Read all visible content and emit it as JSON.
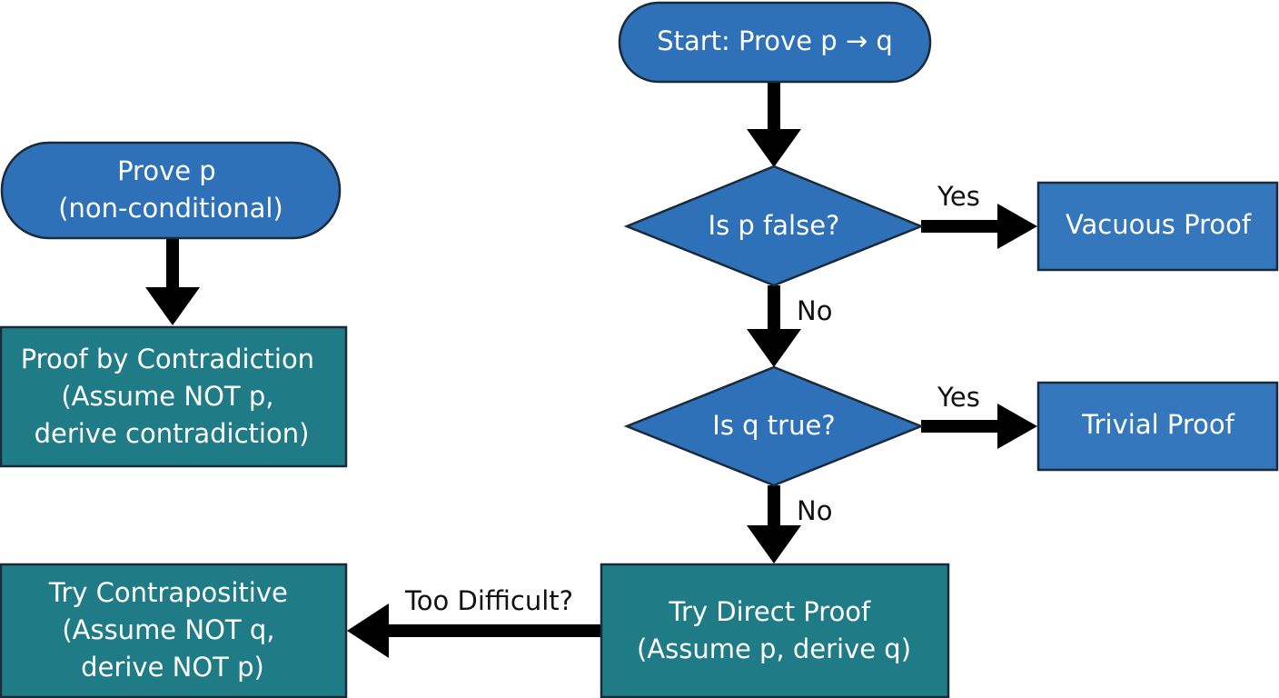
{
  "colors": {
    "terminator_fill": "#2f71b8",
    "decision_fill": "#2f71b8",
    "outcome_fill": "#3477bd",
    "method_fill": "#1f7c86",
    "border": "#1a2a3a",
    "arrow": "#000000",
    "node_text": "#ffffff",
    "label_text": "#111111"
  },
  "nodes": {
    "start": {
      "lines": [
        "Start: Prove p → q"
      ]
    },
    "prove_p": {
      "lines": [
        "Prove p",
        "(non-conditional)"
      ]
    },
    "is_p_false": {
      "lines": [
        "Is p false?"
      ]
    },
    "vacuous": {
      "lines": [
        "Vacuous Proof"
      ]
    },
    "is_q_true": {
      "lines": [
        "Is q true?"
      ]
    },
    "trivial": {
      "lines": [
        "Trivial Proof"
      ]
    },
    "contradiction": {
      "lines": [
        "Proof by Contradiction",
        "(Assume NOT p,",
        "derive contradiction)"
      ]
    },
    "direct": {
      "lines": [
        "Try Direct Proof",
        "(Assume p, derive q)"
      ]
    },
    "contrapositive": {
      "lines": [
        "Try Contrapositive",
        "(Assume NOT q,",
        "derive NOT p)"
      ]
    }
  },
  "edge_labels": {
    "p_false_yes": "Yes",
    "p_false_no": "No",
    "q_true_yes": "Yes",
    "q_true_no": "No",
    "too_difficult": "Too Difficult?"
  }
}
